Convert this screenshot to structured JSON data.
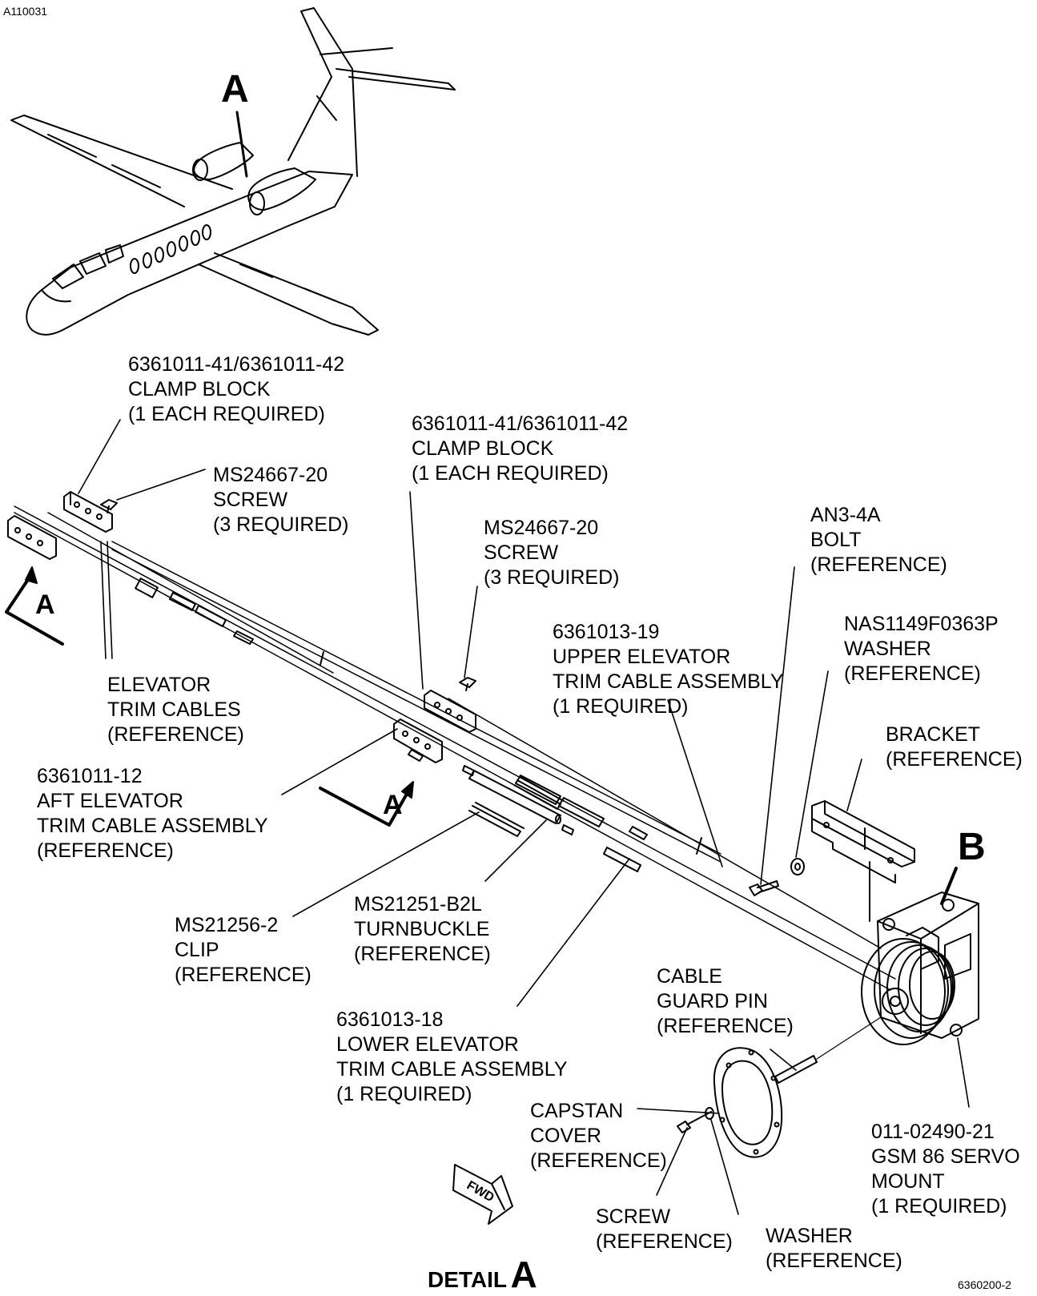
{
  "figure_id": "A110031",
  "drawing_number": "6360200-2",
  "view_letters": {
    "airplane_ref": "A",
    "section_arrow_1": "A",
    "section_arrow_2": "A",
    "detail_b": "B"
  },
  "detail_title": {
    "prefix": "DETAIL",
    "letter": "A"
  },
  "fwd_label": "FWD",
  "labels": {
    "clamp_block_1": [
      "6361011-41/6361011-42",
      "CLAMP BLOCK",
      "(1 EACH REQUIRED)"
    ],
    "screw_1": [
      "MS24667-20",
      "SCREW",
      "(3 REQUIRED)"
    ],
    "clamp_block_2": [
      "6361011-41/6361011-42",
      "CLAMP BLOCK",
      "(1 EACH REQUIRED)"
    ],
    "screw_2": [
      "MS24667-20",
      "SCREW",
      "(3 REQUIRED)"
    ],
    "bolt": [
      "AN3-4A",
      "BOLT",
      "(REFERENCE)"
    ],
    "washer_nas": [
      "NAS1149F0363P",
      "WASHER",
      "(REFERENCE)"
    ],
    "upper_cable": [
      "6361013-19",
      "UPPER ELEVATOR",
      "TRIM CABLE ASSEMBLY",
      "(1 REQUIRED)"
    ],
    "elevator_cables": [
      "ELEVATOR",
      "TRIM CABLES",
      "(REFERENCE)"
    ],
    "bracket": [
      "BRACKET",
      "(REFERENCE)"
    ],
    "aft_cable": [
      "6361011-12",
      "AFT ELEVATOR",
      "TRIM CABLE ASSEMBLY",
      "(REFERENCE)"
    ],
    "clip": [
      "MS21256-2",
      "CLIP",
      "(REFERENCE)"
    ],
    "turnbuckle": [
      "MS21251-B2L",
      "TURNBUCKLE",
      "(REFERENCE)"
    ],
    "cable_guard_pin": [
      "CABLE",
      "GUARD PIN",
      "(REFERENCE)"
    ],
    "lower_cable": [
      "6361013-18",
      "LOWER ELEVATOR",
      "TRIM CABLE ASSEMBLY",
      "(1 REQUIRED)"
    ],
    "capstan_cover": [
      "CAPSTAN",
      "COVER",
      "(REFERENCE)"
    ],
    "servo_mount": [
      "011-02490-21",
      "GSM 86 SERVO",
      "MOUNT",
      "(1 REQUIRED)"
    ],
    "screw_ref": [
      "SCREW",
      "(REFERENCE)"
    ],
    "washer_ref": [
      "WASHER",
      "(REFERENCE)"
    ]
  }
}
